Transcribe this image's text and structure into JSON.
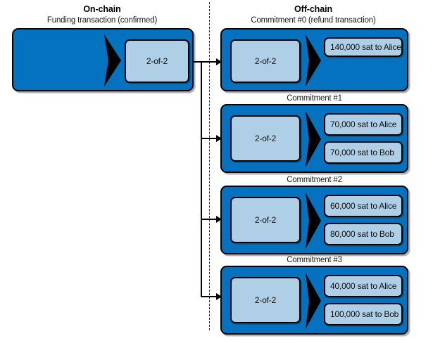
{
  "headers": {
    "onchain": {
      "title": "On-chain",
      "subtitle": "Funding transaction (confirmed)"
    },
    "offchain": {
      "title": "Off-chain",
      "subtitle": "Commitment #0 (refund transaction)"
    }
  },
  "colors": {
    "tx_fill": "#0572bf",
    "slot_fill": "#aecfe5",
    "stroke": "#000000",
    "divider": "#2b2b2b"
  },
  "funding": {
    "caption": "Funding transaction (confirmed)",
    "input_label": "",
    "output_label": "2-of-2"
  },
  "commitments": [
    {
      "caption": "Commitment #0 (refund transaction)",
      "input": "2-of-2",
      "outputs": [
        "140,000 sat to Alice"
      ]
    },
    {
      "caption": "Commitment #1",
      "input": "2-of-2",
      "outputs": [
        "70,000 sat to Alice",
        "70,000 sat to Bob"
      ]
    },
    {
      "caption": "Commitment #2",
      "input": "2-of-2",
      "outputs": [
        "60,000 sat to Alice",
        "80,000 sat to Bob"
      ]
    },
    {
      "caption": "Commitment #3",
      "input": "2-of-2",
      "outputs": [
        "40,000 sat to Alice",
        "100,000 sat to Bob"
      ]
    }
  ]
}
